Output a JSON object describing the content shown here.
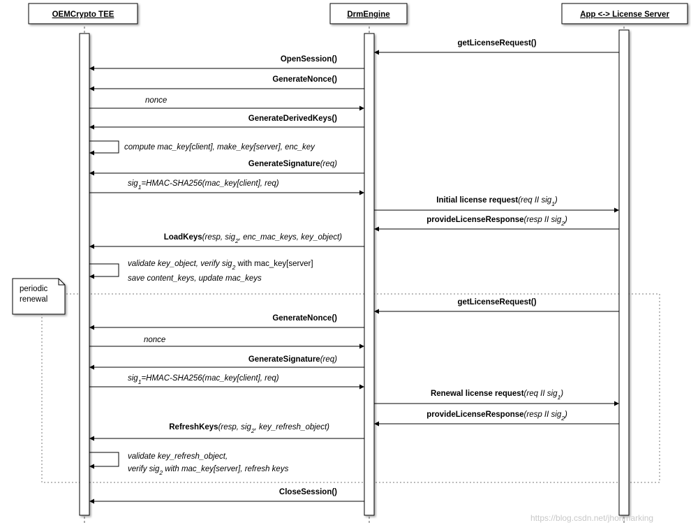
{
  "actors": [
    {
      "id": "tee",
      "label": "OEMCrypto TEE"
    },
    {
      "id": "drm",
      "label": "DrmEngine"
    },
    {
      "id": "app",
      "label": "App <-> License Server"
    }
  ],
  "messages": [
    {
      "id": "m01",
      "parts": [
        {
          "t": "getLicenseRequest()",
          "s": "b"
        }
      ]
    },
    {
      "id": "m02",
      "parts": [
        {
          "t": "OpenSession()",
          "s": "b"
        }
      ]
    },
    {
      "id": "m03",
      "parts": [
        {
          "t": "GenerateNonce()",
          "s": "b"
        }
      ]
    },
    {
      "id": "m04",
      "parts": [
        {
          "t": "nonce",
          "s": "i"
        }
      ]
    },
    {
      "id": "m05",
      "parts": [
        {
          "t": "GenerateDerivedKeys()",
          "s": "b"
        }
      ]
    },
    {
      "id": "m06",
      "parts": [
        {
          "t": "compute mac_key[client], make_key[server], enc_key",
          "s": "i"
        }
      ]
    },
    {
      "id": "m07",
      "parts": [
        {
          "t": "GenerateSignature",
          "s": "b"
        },
        {
          "t": "(",
          "s": "i"
        },
        {
          "t": "req",
          "s": "i"
        },
        {
          "t": ")",
          "s": "i"
        }
      ]
    },
    {
      "id": "m08",
      "parts": [
        {
          "t": "sig",
          "s": "i"
        },
        {
          "t": "1",
          "s": "sub"
        },
        {
          "t": "=HMAC-SHA256(mac_key[client], req)",
          "s": "i"
        }
      ]
    },
    {
      "id": "m09",
      "parts": [
        {
          "t": "Initial license request",
          "s": "b"
        },
        {
          "t": "(req II sig",
          "s": "i"
        },
        {
          "t": "1",
          "s": "sub"
        },
        {
          "t": ")",
          "s": "i"
        }
      ]
    },
    {
      "id": "m10",
      "parts": [
        {
          "t": "provideLicenseResponse",
          "s": "b"
        },
        {
          "t": "(resp II sig",
          "s": "i"
        },
        {
          "t": "2",
          "s": "sub"
        },
        {
          "t": ")",
          "s": "i"
        }
      ]
    },
    {
      "id": "m11",
      "parts": [
        {
          "t": "LoadKeys",
          "s": "b"
        },
        {
          "t": "(resp, sig",
          "s": "i"
        },
        {
          "t": "2",
          "s": "sub"
        },
        {
          "t": ", enc_mac_keys, key_object)",
          "s": "i"
        }
      ]
    },
    {
      "id": "m12a",
      "parts": [
        {
          "t": "validate key_object, verify sig",
          "s": "i"
        },
        {
          "t": "2",
          "s": "sub"
        },
        {
          "t": "  with mac_key[server]",
          "s": "n"
        }
      ]
    },
    {
      "id": "m12b",
      "parts": [
        {
          "t": "save content_keys, update mac_keys",
          "s": "i"
        }
      ]
    },
    {
      "id": "m13",
      "parts": [
        {
          "t": "getLicenseRequest()",
          "s": "b"
        }
      ]
    },
    {
      "id": "m14",
      "parts": [
        {
          "t": "GenerateNonce()",
          "s": "b"
        }
      ]
    },
    {
      "id": "m15",
      "parts": [
        {
          "t": "nonce",
          "s": "i"
        }
      ]
    },
    {
      "id": "m16",
      "parts": [
        {
          "t": "GenerateSignature",
          "s": "b"
        },
        {
          "t": "(req)",
          "s": "i"
        }
      ]
    },
    {
      "id": "m17",
      "parts": [
        {
          "t": "sig",
          "s": "i"
        },
        {
          "t": "1",
          "s": "sub"
        },
        {
          "t": "=HMAC-SHA256(mac_key[client], req)",
          "s": "i"
        }
      ]
    },
    {
      "id": "m18",
      "parts": [
        {
          "t": "Renewal license request",
          "s": "b"
        },
        {
          "t": "(req II sig",
          "s": "i"
        },
        {
          "t": "1",
          "s": "sub"
        },
        {
          "t": ")",
          "s": "i"
        }
      ]
    },
    {
      "id": "m19",
      "parts": [
        {
          "t": "provideLicenseResponse",
          "s": "b"
        },
        {
          "t": "(resp II sig",
          "s": "i"
        },
        {
          "t": "2",
          "s": "sub"
        },
        {
          "t": ")",
          "s": "i"
        }
      ]
    },
    {
      "id": "m20",
      "parts": [
        {
          "t": "RefreshKeys",
          "s": "b"
        },
        {
          "t": "(resp, sig",
          "s": "i"
        },
        {
          "t": "2",
          "s": "sub"
        },
        {
          "t": ", key_refresh_object)",
          "s": "i"
        }
      ]
    },
    {
      "id": "m21a",
      "parts": [
        {
          "t": "validate key_refresh_object,",
          "s": "i"
        }
      ]
    },
    {
      "id": "m21b",
      "parts": [
        {
          "t": "verify sig",
          "s": "i"
        },
        {
          "t": "2",
          "s": "sub"
        },
        {
          "t": " with mac_key[server], refresh keys",
          "s": "i"
        }
      ]
    },
    {
      "id": "m22",
      "parts": [
        {
          "t": "CloseSession()",
          "s": "b"
        }
      ]
    }
  ],
  "note": {
    "line1": "periodic",
    "line2": "renewal"
  },
  "watermark": "https://blog.csdn.net/jhonmarking"
}
